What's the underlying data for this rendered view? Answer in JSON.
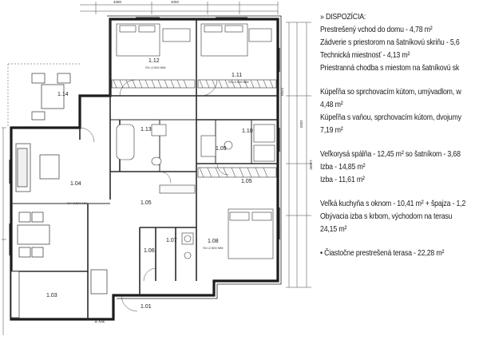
{
  "plan": {
    "rooms": [
      {
        "id": "1.01",
        "note": ""
      },
      {
        "id": "1.02",
        "note": ""
      },
      {
        "id": "1.03",
        "note": ""
      },
      {
        "id": "1.04",
        "note": "SV=2,500 MM"
      },
      {
        "id": "1.05",
        "note": ""
      },
      {
        "id": "1.06",
        "note": ""
      },
      {
        "id": "1.07",
        "note": ""
      },
      {
        "id": "1.08",
        "note": "SV=2,500 MM"
      },
      {
        "id": "1.09",
        "note": ""
      },
      {
        "id": "1.10",
        "note": ""
      },
      {
        "id": "1.11",
        "note": "SV=2,500 MM"
      },
      {
        "id": "1.12",
        "note": "SV=2,500 MM"
      },
      {
        "id": "1.13",
        "note": ""
      },
      {
        "id": "1.14",
        "note": ""
      }
    ],
    "dimensions": {
      "d1": "4080",
      "d2": "4050",
      "d3": "5760",
      "d4": "1840",
      "d5": "14880"
    }
  },
  "info": {
    "heading": "» DISPOZÍCIA:",
    "lines": [
      "Prestrešený vchod do domu - 4,78 m²",
      "Zádverie s priestorom na šatníkovú skriňu - 5,6",
      "Technická miestnosť - 4,13 m²",
      "Priestranná chodba s miestom na šatníkovú sk",
      "",
      "Kúpeľňa so sprchovacím kútom, umývadlom, w",
      "4,48 m²",
      "Kúpeľňa s vaňou, sprchovacím kútom, dvojumy",
      "7,19 m²",
      "",
      "Veľkorysá spálňa - 12,45 m² so šatníkom - 3,68",
      "Izba - 14,85 m²",
      "Izba - 11,61 m²",
      "",
      "Veľká kuchyňa s oknom - 10,41 m² + špajza - 1,2",
      "Obývacia izba s krbom, východom na terasu",
      "24,15 m²",
      "",
      "• Čiastočne prestrešená terasa - 22,28 m²"
    ]
  }
}
